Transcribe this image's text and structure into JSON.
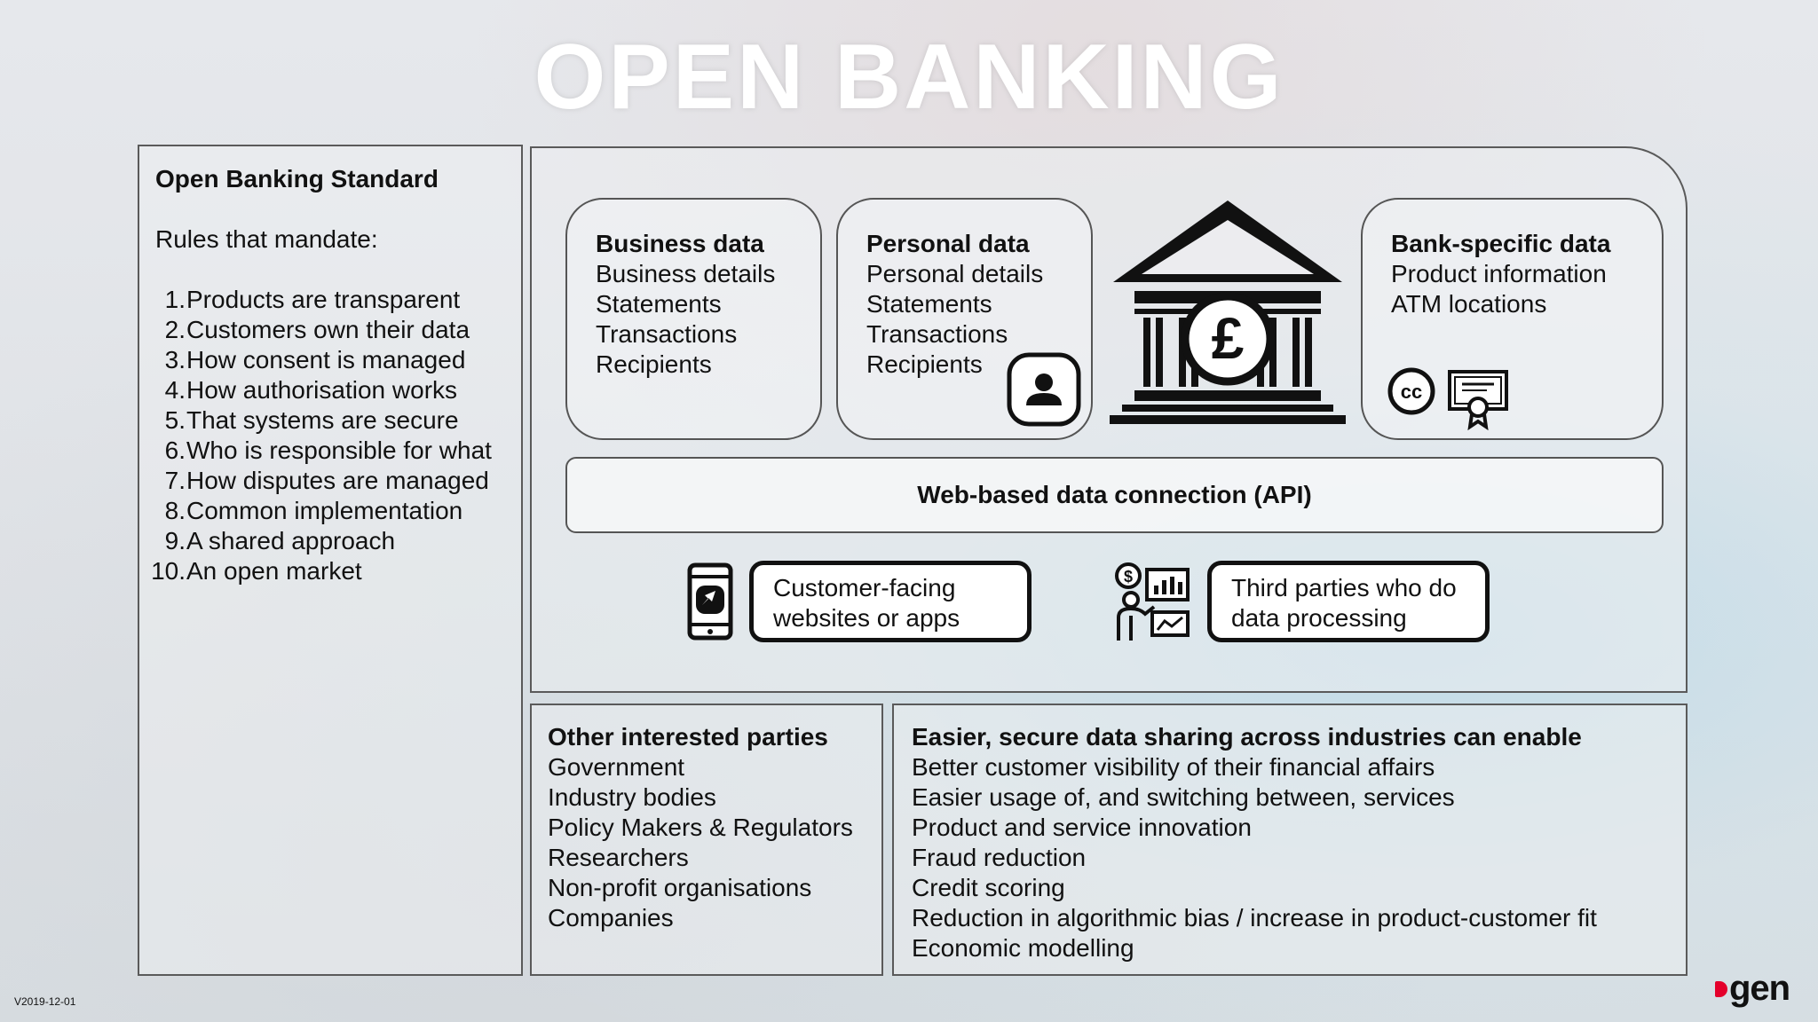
{
  "title": "OPEN BANKING",
  "standard": {
    "heading": "Open Banking Standard",
    "intro": "Rules that mandate:",
    "rules": [
      {
        "num": "1.",
        "text": "Products are transparent"
      },
      {
        "num": "2.",
        "text": "Customers own their data"
      },
      {
        "num": "3.",
        "text": "How consent is managed"
      },
      {
        "num": "4.",
        "text": "How authorisation works"
      },
      {
        "num": "5.",
        "text": "That systems are secure"
      },
      {
        "num": "6.",
        "text": "Who is responsible for what"
      },
      {
        "num": "7.",
        "text": "How disputes are managed"
      },
      {
        "num": "8.",
        "text": "Common implementation"
      },
      {
        "num": "9.",
        "text": "A shared approach"
      },
      {
        "num": "10.",
        "text": "An open market"
      }
    ]
  },
  "business_data": {
    "heading": "Business data",
    "items": [
      "Business details",
      "Statements",
      "Transactions",
      "Recipients"
    ]
  },
  "personal_data": {
    "heading": "Personal data",
    "items": [
      "Personal details",
      "Statements",
      "Transactions",
      "Recipients"
    ]
  },
  "bank_data": {
    "heading": "Bank-specific data",
    "items": [
      "Product information",
      "ATM locations"
    ],
    "cc_label": "cc"
  },
  "bank_icon": {
    "symbol": "£"
  },
  "api_label": "Web-based data connection (API)",
  "customer_apps": {
    "line1": "Customer-facing",
    "line2": "websites or apps"
  },
  "third_parties": {
    "line1": "Third parties who do",
    "line2": "data processing"
  },
  "other_parties": {
    "heading": "Other interested parties",
    "items": [
      "Government",
      "Industry bodies",
      "Policy Makers & Regulators",
      "Researchers",
      "Non-profit organisations",
      "Companies"
    ]
  },
  "benefits": {
    "heading": "Easier, secure data sharing across industries can enable",
    "items": [
      "Better customer visibility of their financial affairs",
      "Easier usage of, and switching between, services",
      "Product and service innovation",
      "Fraud reduction",
      "Credit scoring",
      "Reduction in algorithmic bias / increase in product-customer fit",
      "Economic modelling"
    ]
  },
  "version": "V2019-12-01",
  "brand": "gen",
  "colors": {
    "brand_red": "#e4002b",
    "border": "#555555",
    "title": "#ffffff"
  }
}
